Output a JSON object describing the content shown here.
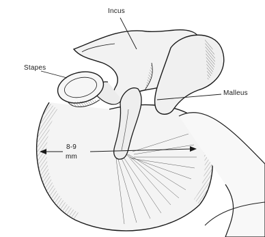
{
  "labels": {
    "incus": "Incus",
    "stapes": "Stapes",
    "malleus": "Malleus",
    "measure_value": "8-9",
    "measure_unit": "mm"
  },
  "colors": {
    "ink": "#1a1a1a",
    "paper": "#ffffff",
    "tint": "#ececec"
  }
}
